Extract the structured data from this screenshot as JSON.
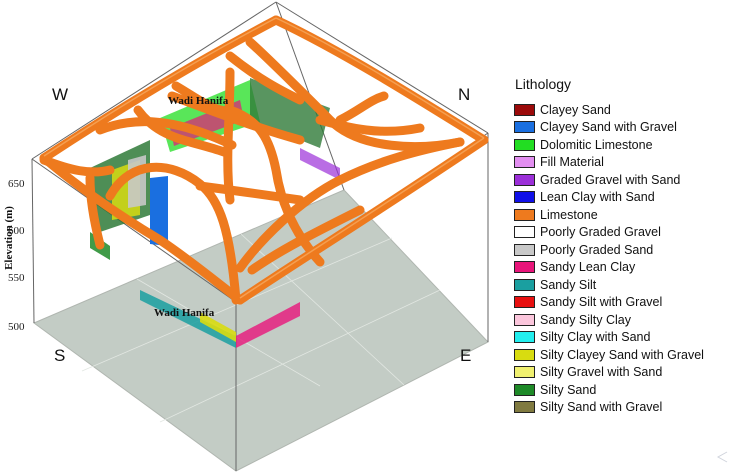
{
  "directions": {
    "west": "W",
    "north": "N",
    "south": "S",
    "east": "E"
  },
  "axis": {
    "ylabel": "Elevation (m)",
    "ticks": [
      "650",
      "600",
      "550",
      "500"
    ]
  },
  "annotations": {
    "wadi_top": "Wadi Hanifa",
    "wadi_bottom": "Wadi Hanifa"
  },
  "legend": {
    "title": "Lithology",
    "items": [
      {
        "label": "Clayey Sand",
        "color": "#9b0a0a"
      },
      {
        "label": "Clayey Sand with Gravel",
        "color": "#1a6fe0"
      },
      {
        "label": "Dolomitic Limestone",
        "color": "#22dd22"
      },
      {
        "label": "Fill Material",
        "color": "#e28ef0"
      },
      {
        "label": "Graded Gravel with Sand",
        "color": "#9b2fd8"
      },
      {
        "label": "Lean Clay with Sand",
        "color": "#1010e8"
      },
      {
        "label": "Limestone",
        "color": "#ee7a1e"
      },
      {
        "label": "Poorly Graded Gravel",
        "color": "#ffffff"
      },
      {
        "label": "Poorly Graded Sand",
        "color": "#c8c8c8"
      },
      {
        "label": "Sandy Lean Clay",
        "color": "#e8157a"
      },
      {
        "label": "Sandy Silt",
        "color": "#1a9fa0"
      },
      {
        "label": "Sandy Silt with Gravel",
        "color": "#e81010"
      },
      {
        "label": "Sandy Silty Clay",
        "color": "#fbc6dc"
      },
      {
        "label": "Silty Clay with Sand",
        "color": "#22eeee"
      },
      {
        "label": "Silty Clayey Sand with Gravel",
        "color": "#d8dc10"
      },
      {
        "label": "Silty Gravel with Sand",
        "color": "#f0f070"
      },
      {
        "label": "Silty Sand",
        "color": "#1e8a28"
      },
      {
        "label": "Silty Sand with Gravel",
        "color": "#807a40"
      }
    ]
  }
}
